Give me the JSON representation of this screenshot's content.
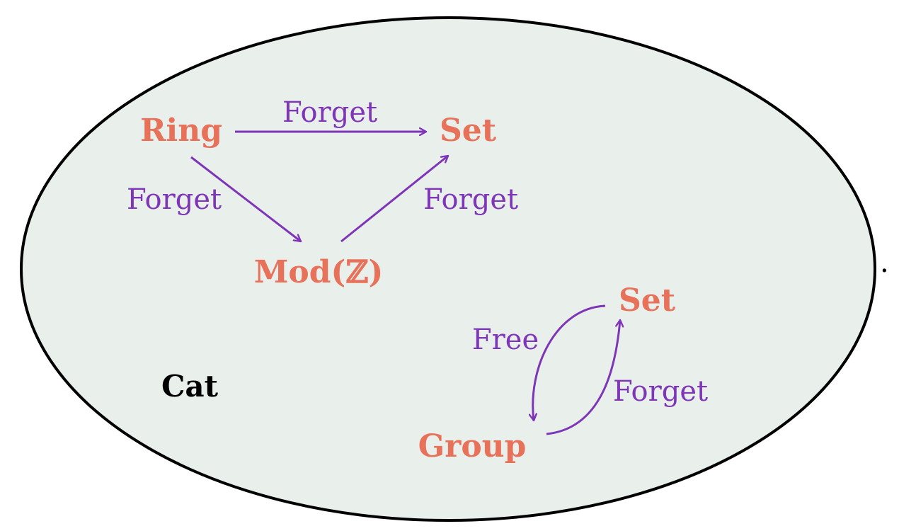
{
  "diagram": {
    "container_label": "Cat",
    "nodes": {
      "ring": "Ring",
      "set_top": "Set",
      "mod_z": "Mod(ℤ)",
      "set_right": "Set",
      "group": "Group"
    },
    "edges": {
      "ring_to_set": "Forget",
      "ring_to_mod": "Forget",
      "mod_to_set": "Forget",
      "set_to_group": "Free",
      "group_to_set": "Forget"
    },
    "trailing_mark": "."
  },
  "colors": {
    "container_fill": "#e9f0ec",
    "container_stroke": "#000000",
    "node_text": "#e8715a",
    "edge": "#7e35b8",
    "label_text": "#000000"
  }
}
